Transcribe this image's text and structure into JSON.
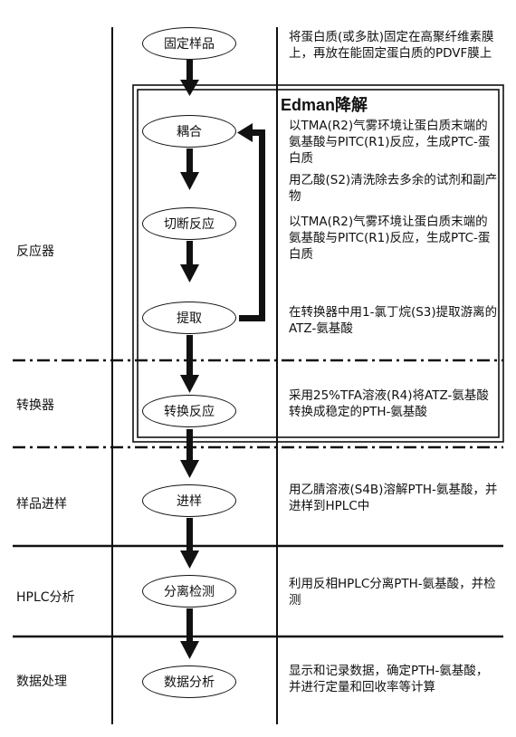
{
  "stages": {
    "reactor": "反应器",
    "converter": "转换器",
    "injection": "样品进样",
    "hplc": "HPLC分析",
    "data": "数据处理"
  },
  "edman_title": "Edman降解",
  "nodes": {
    "fix": "固定样品",
    "couple": "耦合",
    "cleave": "切断反应",
    "extract": "提取",
    "convert": "转换反应",
    "inject": "进样",
    "separate": "分离检测",
    "analyze": "数据分析"
  },
  "descriptions": {
    "fix": "将蛋白质(或多肽)固定在高聚纤维素膜上，再放在能固定蛋白质的PDVF膜上",
    "couple": "以TMA(R2)气雾环境让蛋白质末端的氨基酸与PITC(R1)反应，生成PTC-蛋白质",
    "wash": "用乙酸(S2)清洗除去多余的试剂和副产物",
    "cleave": "以TMA(R2)气雾环境让蛋白质末端的氨基酸与PITC(R1)反应，生成PTC-蛋白质",
    "extract": "在转换器中用1-氯丁烷(S3)提取游离的ATZ-氨基酸",
    "convert": "采用25%TFA溶液(R4)将ATZ-氨基酸转换成稳定的PTH-氨基酸",
    "inject": "用乙腈溶液(S4B)溶解PTH-氨基酸，并进样到HPLC中",
    "separate": "利用反相HPLC分离PTH-氨基酸，并检测",
    "analyze": "显示和记录数据，确定PTH-氨基酸，并进行定量和回收率等计算"
  }
}
